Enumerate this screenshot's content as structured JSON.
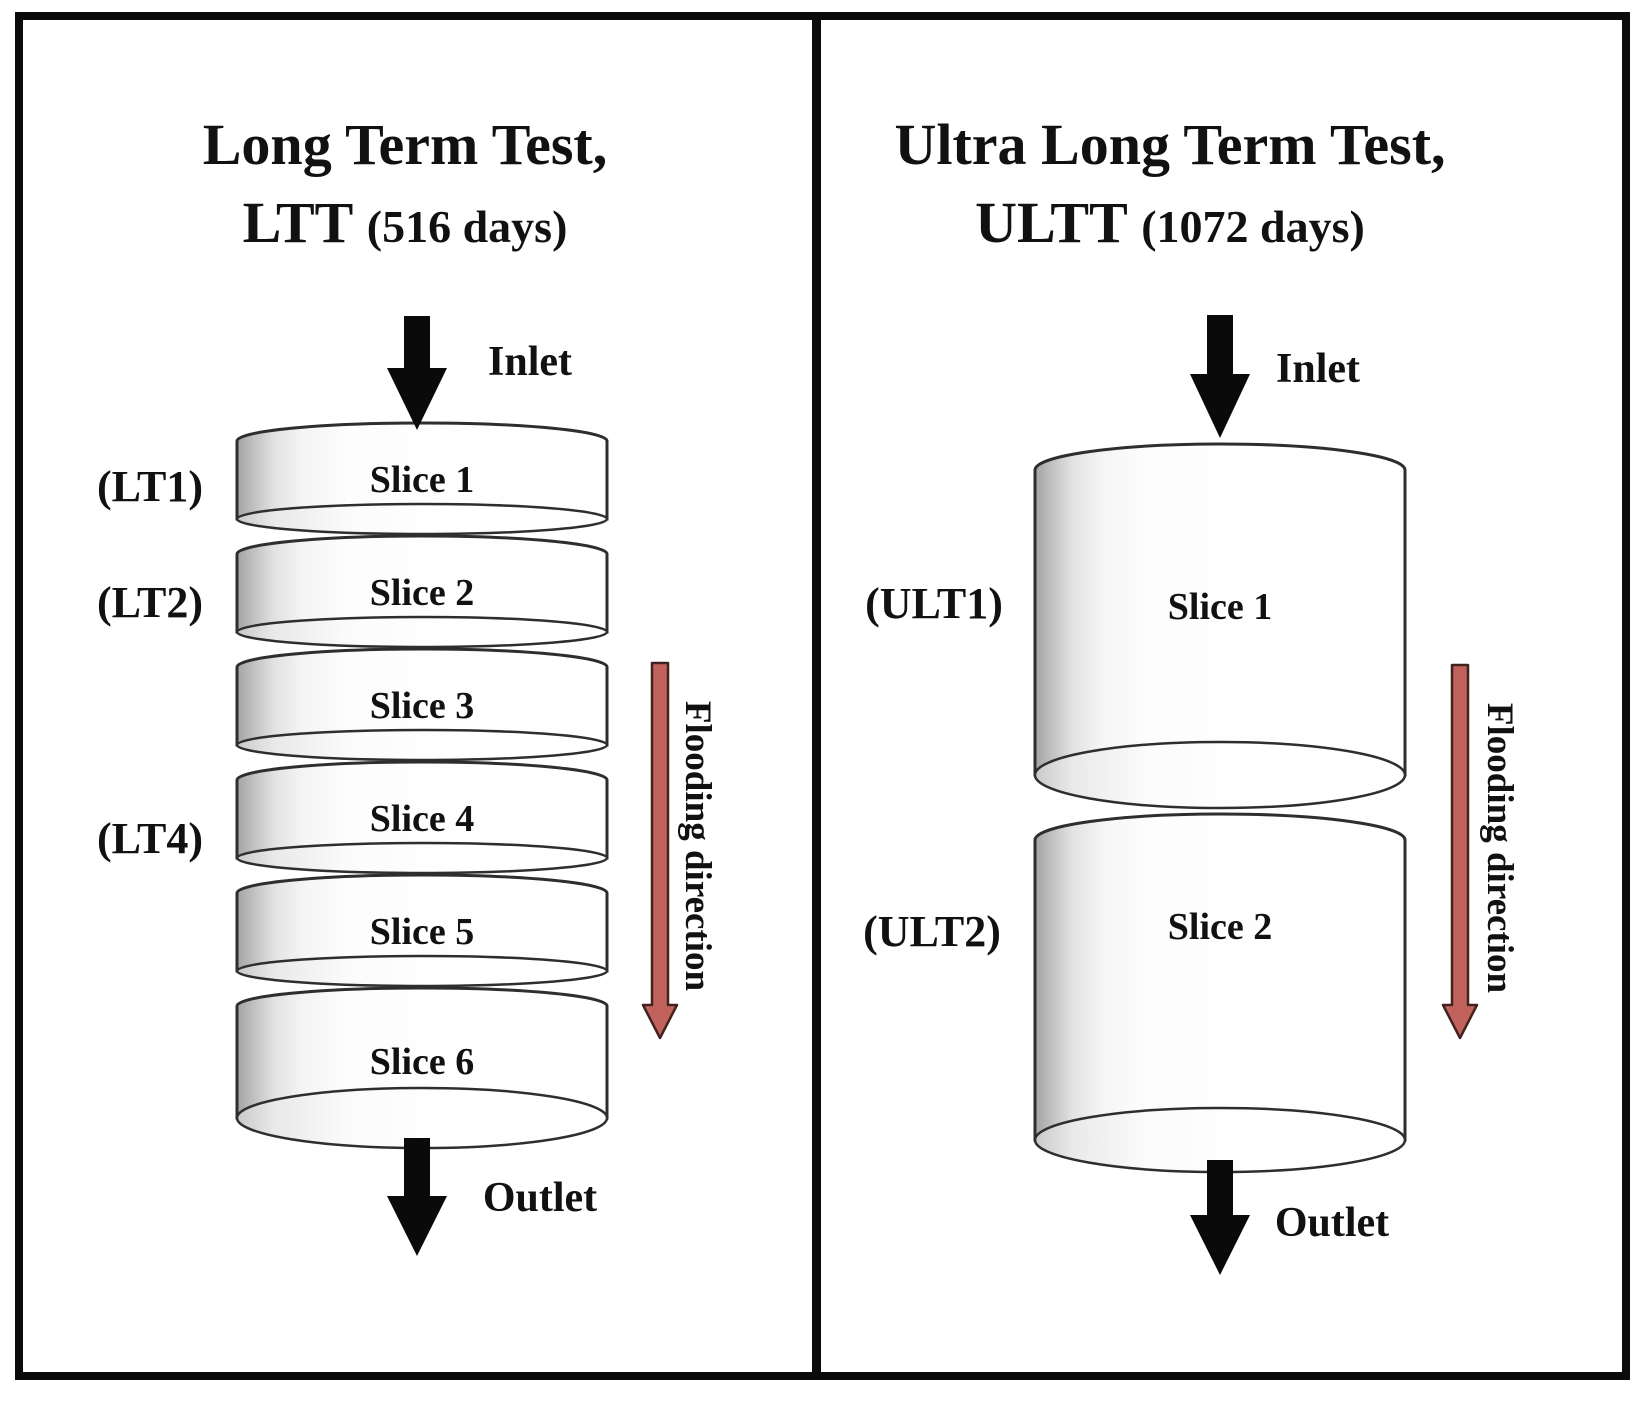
{
  "panels": {
    "left": {
      "title_line1": "Long Term Test,",
      "title_abbr": "LTT",
      "title_days": "(516 days)",
      "inlet": "Inlet",
      "outlet": "Outlet",
      "flooding": "Flooding direction",
      "side_labels": [
        "(LT1)",
        "(LT2)",
        "(LT4)"
      ],
      "slices": [
        "Slice 1",
        "Slice 2",
        "Slice 3",
        "Slice 4",
        "Slice 5",
        "Slice 6"
      ]
    },
    "right": {
      "title_line1": "Ultra Long Term Test,",
      "title_abbr": "ULTT",
      "title_days": "(1072 days)",
      "inlet": "Inlet",
      "outlet": "Outlet",
      "flooding": "Flooding direction",
      "side_labels": [
        "(ULT1)",
        "(ULT2)"
      ],
      "slices": [
        "Slice 1",
        "Slice 2"
      ]
    }
  },
  "colors": {
    "ink": "#111111",
    "flooding_arrow": "#c2625d",
    "cylinder_stroke": "#2e2e2e",
    "border_ink": "#0b0b0b"
  }
}
